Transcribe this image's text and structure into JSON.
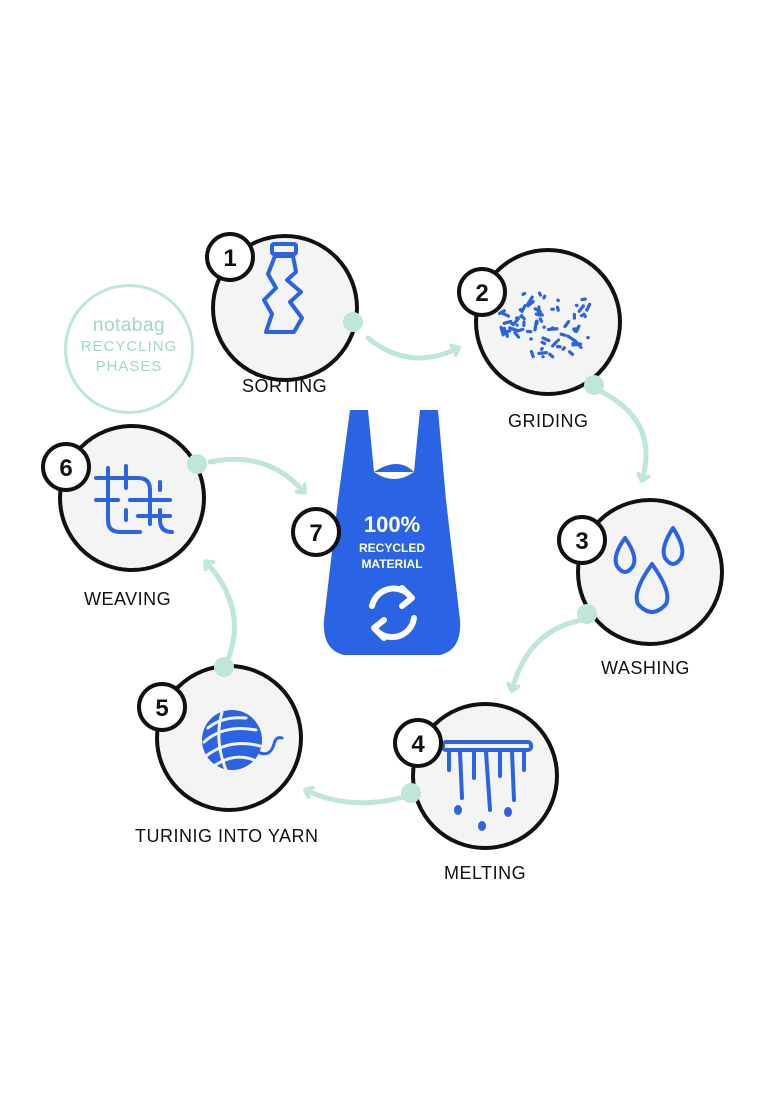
{
  "brand": {
    "name": "notabag",
    "line2": "RECYCLING",
    "line3": "PHASES"
  },
  "steps": [
    {
      "number": "1",
      "label": "SORTING",
      "icon": "plastic-bottle-icon"
    },
    {
      "number": "2",
      "label": "GRIDING",
      "icon": "plastic-flakes-icon"
    },
    {
      "number": "3",
      "label": "WASHING",
      "icon": "water-drops-icon"
    },
    {
      "number": "4",
      "label": "MELTING",
      "icon": "melting-drip-icon"
    },
    {
      "number": "5",
      "label": "TURINIG INTO YARN",
      "icon": "yarn-ball-icon"
    },
    {
      "number": "6",
      "label": "WEAVING",
      "icon": "woven-threads-icon"
    }
  ],
  "center": {
    "number": "7",
    "line1": "100%",
    "line2": "RECYCLED",
    "line3": "MATERIAL",
    "icon": "recycle-arrows-icon"
  },
  "colors": {
    "accent": "#2a63e4",
    "arrow": "#bfe6db",
    "dot": "#bfe6db",
    "circle_fill": "#f4f4f4",
    "outline": "#111111"
  }
}
